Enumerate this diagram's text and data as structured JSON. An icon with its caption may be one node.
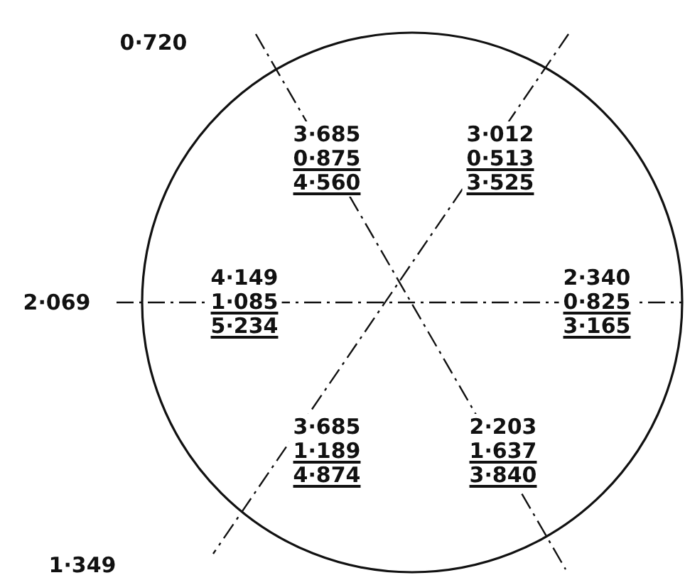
{
  "diagram": {
    "labels": [
      "0·720",
      "3·685",
      "0·875",
      "4·560",
      "3·012",
      "0·513",
      "3·525",
      "2·069",
      "4·149",
      "1·085",
      "5·234",
      "2·340",
      "0·825",
      "3·165",
      "3·685",
      "1·189",
      "4·874",
      "2·203",
      "1·637",
      "3·840",
      "1·349"
    ]
  }
}
